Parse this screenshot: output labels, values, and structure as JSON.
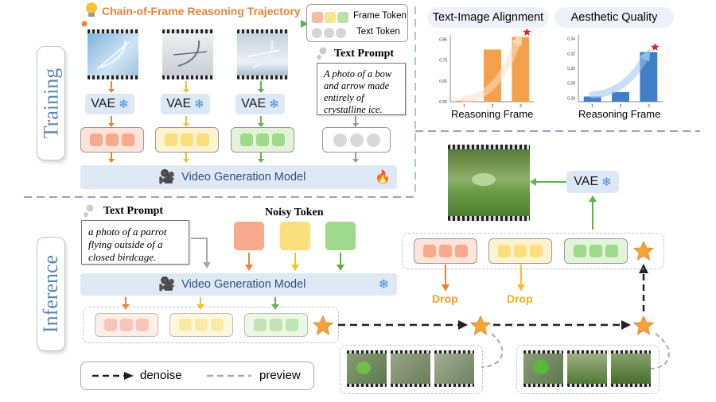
{
  "training": {
    "side_label": "Training",
    "cof_title": "Chain-of-Frame Reasoning Trajectory",
    "legend": {
      "frame_token": "Frame Token",
      "text_token": "Text Token"
    },
    "vae_label": "VAE",
    "text_prompt_title": "Text Prompt",
    "text_prompt": "A photo of a bow and arrow made entirely of crystalline ice.",
    "model_label": "Video Generation Model"
  },
  "charts": {
    "alignment": {
      "title": "Text-Image Alignment",
      "xlabel": "Reasoning Frame"
    },
    "aesthetic": {
      "title": "Aesthetic Quality",
      "xlabel": "Reasoning Frame"
    }
  },
  "chart_data": [
    {
      "type": "bar",
      "title": "Text-Image Alignment",
      "xlabel": "Reasoning Frame",
      "ylabel": "",
      "categories": [
        "1",
        "2",
        "3"
      ],
      "values": [
        0.555,
        0.8,
        0.86
      ],
      "ylim": [
        0.55,
        0.87
      ],
      "yticks": [
        "0.55",
        "0.65",
        "0.75",
        "0.85"
      ],
      "color": "#f5a04a"
    },
    {
      "type": "bar",
      "title": "Aesthetic Quality",
      "xlabel": "Reasoning Frame",
      "ylabel": "",
      "categories": [
        "1",
        "2",
        "3"
      ],
      "values": [
        0.262,
        0.268,
        0.322
      ],
      "ylim": [
        0.255,
        0.345
      ],
      "yticks": [
        "0.26",
        "0.28",
        "0.30",
        "0.32",
        "0.34"
      ],
      "color": "#3f7fc9"
    }
  ],
  "inference": {
    "side_label": "Inference",
    "text_prompt_title": "Text Prompt",
    "text_prompt": "a photo of a parrot flying outside of a closed birdcage.",
    "noisy_token_title": "Noisy Token",
    "model_label": "Video Generation Model",
    "drop_label": "Drop",
    "vae_label": "VAE",
    "legend": {
      "denoise": "denoise",
      "preview": "preview"
    }
  },
  "colors": {
    "orange": "#e8833a",
    "yellow": "#f2c12e",
    "green": "#5fb447",
    "blue_panel": "#dfe9f5",
    "drop": "#f09a2a"
  },
  "icons": [
    "lightbulb-icon",
    "snowflake-icon",
    "fire-icon",
    "camera-icon",
    "star-icon",
    "thought-bubble-icon"
  ]
}
